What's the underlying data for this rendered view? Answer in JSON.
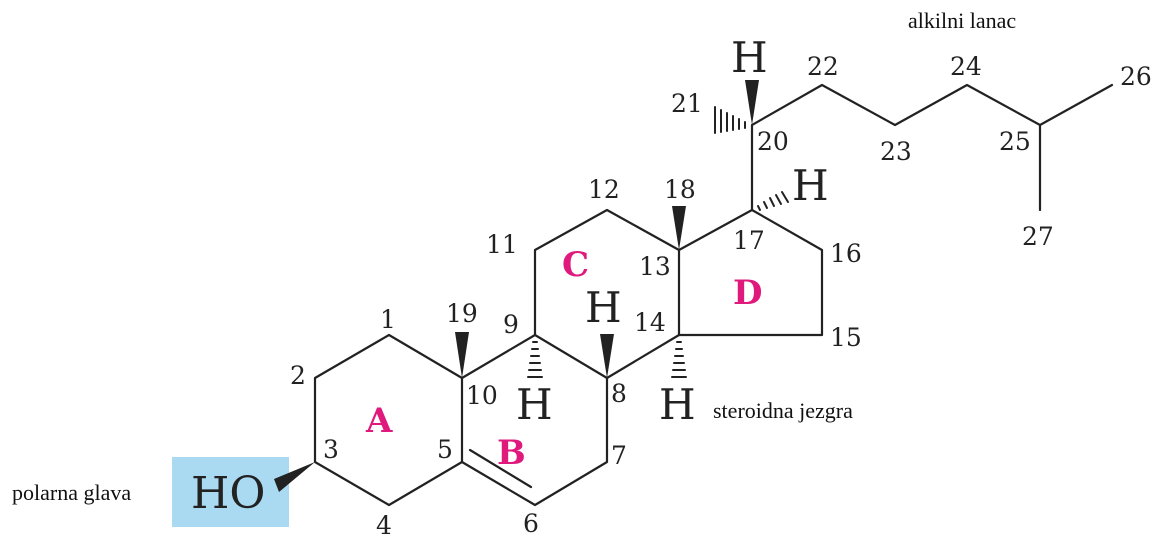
{
  "colors": {
    "bond": "#222222",
    "ring_label": "#e0197d",
    "polar_head_highlight": "#aadaf2"
  },
  "annotations": {
    "alkyl_chain": "alkilni lanac",
    "steroid_core": "steroidna jezgra",
    "polar_head": "polarna glava"
  },
  "ring_labels": {
    "a": "A",
    "b": "B",
    "c": "C",
    "d": "D"
  },
  "hydroxyl": "HO",
  "hydrogens": {
    "h20": "H",
    "h17": "H",
    "h14_top": "H",
    "h9": "H",
    "h14": "H"
  },
  "carbons": {
    "c1": "1",
    "c2": "2",
    "c3": "3",
    "c4": "4",
    "c5": "5",
    "c6": "6",
    "c7": "7",
    "c8": "8",
    "c9": "9",
    "c10": "10",
    "c11": "11",
    "c12": "12",
    "c13": "13",
    "c14": "14",
    "c15": "15",
    "c16": "16",
    "c17": "17",
    "c18": "18",
    "c19": "19",
    "c20": "20",
    "c21": "21",
    "c22": "22",
    "c23": "23",
    "c24": "24",
    "c25": "25",
    "c26": "26",
    "c27": "27"
  }
}
